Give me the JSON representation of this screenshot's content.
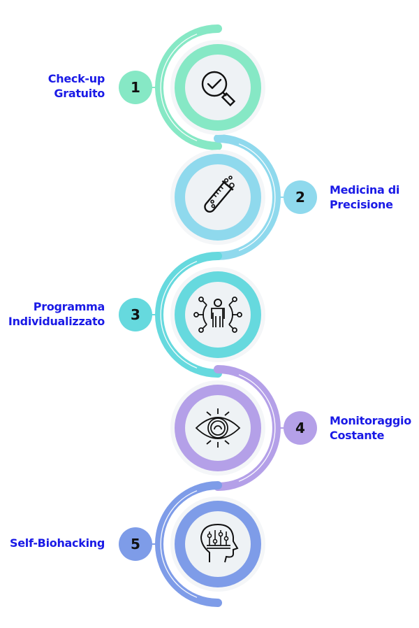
{
  "title": "Step process diagram",
  "text_color": "#1a1ae6",
  "steps": [
    {
      "number": "1",
      "lines": [
        "Check-up",
        "Gratuito"
      ],
      "side": "left",
      "color": "#86e8c5",
      "icon": "magnifier-check-icon"
    },
    {
      "number": "2",
      "lines": [
        "Medicina di",
        "Precisione"
      ],
      "side": "right",
      "color": "#8fd9ed",
      "icon": "test-tube-icon"
    },
    {
      "number": "3",
      "lines": [
        "Programma",
        "Individualizzato"
      ],
      "side": "left",
      "color": "#66d9de",
      "icon": "person-network-icon"
    },
    {
      "number": "4",
      "lines": [
        "Monitoraggio",
        "Costante"
      ],
      "side": "right",
      "color": "#b4a0e8",
      "icon": "eye-icon"
    },
    {
      "number": "5",
      "lines": [
        "Self-Biohacking"
      ],
      "side": "left",
      "color": "#7e9ce8",
      "icon": "head-sliders-icon"
    }
  ]
}
